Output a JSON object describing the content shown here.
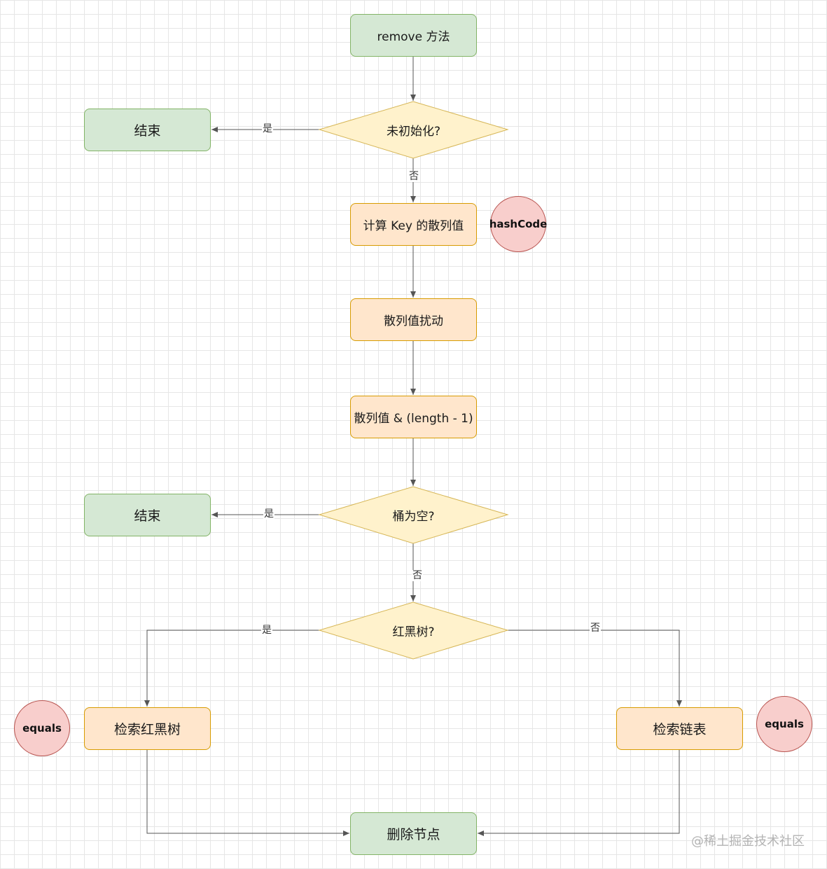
{
  "nodes": {
    "remove_method": "remove 方法",
    "not_initialized_q": "未初始化?",
    "end_top": "结束",
    "compute_hash": "计算 Key 的散列值",
    "hash_disturb": "散列值扰动",
    "hash_and_length": "散列值 & (length - 1)",
    "bucket_empty_q": "桶为空?",
    "end_middle": "结束",
    "red_black_tree_q": "红黑树?",
    "search_red_black_tree": "检索红黑树",
    "search_linked_list": "检索链表",
    "delete_node": "删除节点"
  },
  "annotations": {
    "hashcode": "hashCode",
    "equals_left": "equals",
    "equals_right": "equals"
  },
  "edge_labels": {
    "init_yes": "是",
    "init_no": "否",
    "bucket_yes": "是",
    "bucket_no": "否",
    "tree_yes": "是",
    "tree_no": "否"
  },
  "watermark": "@稀土掘金技术社区",
  "colors": {
    "terminal_fill": "#d5e8d4",
    "terminal_stroke": "#82b366",
    "process_fill": "#ffe6cc",
    "process_stroke": "#d79b00",
    "decision_fill": "#fff2cc",
    "decision_stroke": "#d6b656",
    "annotation_fill": "#f8cecc",
    "annotation_stroke": "#b85450",
    "edge": "#555555"
  }
}
